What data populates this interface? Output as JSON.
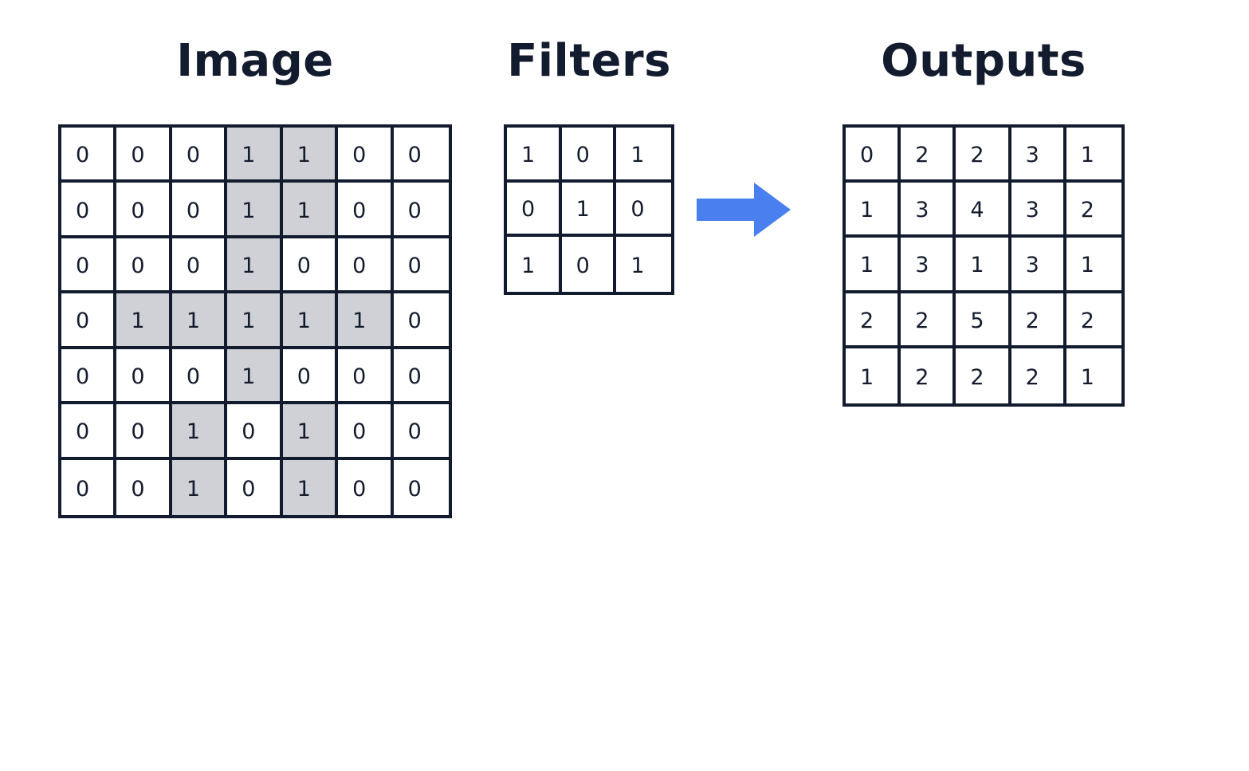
{
  "titles": {
    "image": "Image",
    "filters": "Filters",
    "outputs": "Outputs"
  },
  "colors": {
    "grid_line": "#131c2e",
    "shaded_cell": "#d0d1d6",
    "arrow": "#4a7ff0",
    "text": "#131c2e"
  },
  "image_grid": [
    [
      "0",
      "0",
      "0",
      "1",
      "1",
      "0",
      "0"
    ],
    [
      "0",
      "0",
      "0",
      "1",
      "1",
      "0",
      "0"
    ],
    [
      "0",
      "0",
      "0",
      "1",
      "0",
      "0",
      "0"
    ],
    [
      "0",
      "1",
      "1",
      "1",
      "1",
      "1",
      "0"
    ],
    [
      "0",
      "0",
      "0",
      "1",
      "0",
      "0",
      "0"
    ],
    [
      "0",
      "0",
      "1",
      "0",
      "1",
      "0",
      "0"
    ],
    [
      "0",
      "0",
      "1",
      "0",
      "1",
      "0",
      "0"
    ]
  ],
  "filter_grid": [
    [
      "1",
      "0",
      "1"
    ],
    [
      "0",
      "1",
      "0"
    ],
    [
      "1",
      "0",
      "1"
    ]
  ],
  "output_grid": [
    [
      "0",
      "2",
      "2",
      "3",
      "1"
    ],
    [
      "1",
      "3",
      "4",
      "3",
      "2"
    ],
    [
      "1",
      "3",
      "1",
      "3",
      "1"
    ],
    [
      "2",
      "2",
      "5",
      "2",
      "2"
    ],
    [
      "1",
      "2",
      "2",
      "2",
      "1"
    ]
  ],
  "arrow_icon": "right-arrow-icon"
}
